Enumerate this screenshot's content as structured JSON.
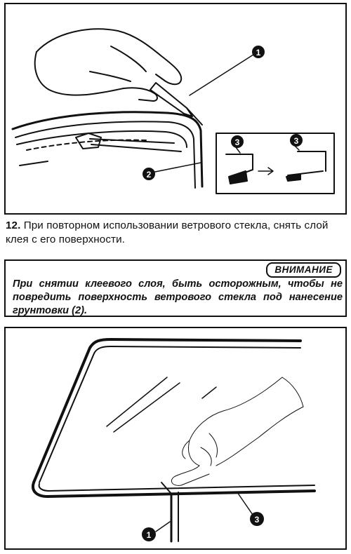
{
  "caption": {
    "number": "12.",
    "text": " При повторном использовании ветрового стекла, снять слой клея с его поверхности."
  },
  "warning": {
    "badge": "ВНИМАНИЕ",
    "text": "При снятии клеевого слоя, быть осторожным, чтобы не повредить поверхность ветрового стекла под нанесение грунтовки (2)."
  },
  "figure_top": {
    "callouts": [
      "1",
      "2",
      "3",
      "3"
    ]
  },
  "figure_bottom": {
    "callouts": [
      "1",
      "3"
    ]
  }
}
